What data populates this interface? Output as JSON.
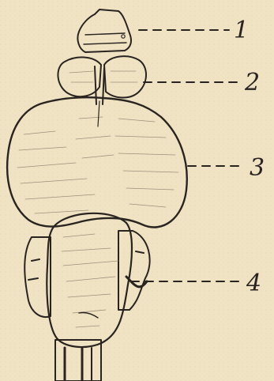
{
  "figure": {
    "callouts": [
      {
        "label": "1"
      },
      {
        "label": "2"
      },
      {
        "label": "3"
      },
      {
        "label": "4"
      }
    ],
    "colors": {
      "paper": "#f0e3c4",
      "ink": "#2a2420",
      "shade": "#e7d7b6"
    }
  }
}
